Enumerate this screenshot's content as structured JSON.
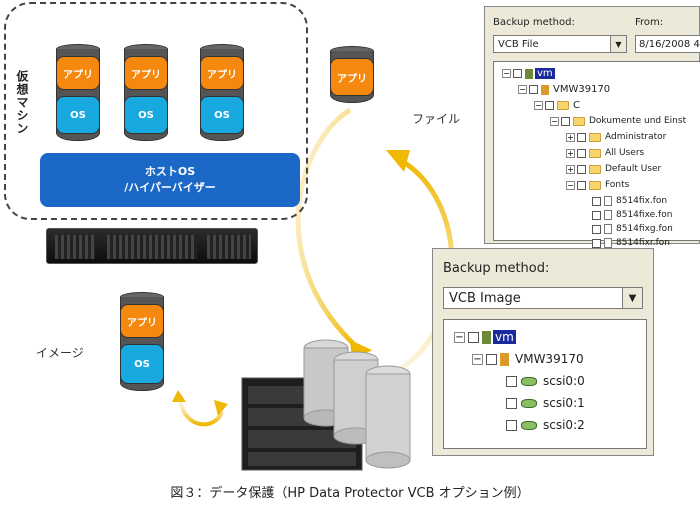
{
  "vm_group": {
    "label": "仮想マシン",
    "app_label": "アプリ",
    "os_label": "OS",
    "host_line1": "ホストOS",
    "host_line2": "/ハイパーバイザー"
  },
  "labels": {
    "file": "ファイル",
    "image": "イメージ"
  },
  "file_dialog": {
    "method_label": "Backup method:",
    "from_label": "From:",
    "method_value": "VCB File",
    "from_value": "8/16/2008 4",
    "tree": [
      {
        "text": "vm",
        "icon": "vm-icon"
      },
      {
        "text": "VMW39170",
        "icon": "server-icon"
      },
      {
        "text": "C",
        "icon": "folder-icon"
      },
      {
        "text": "Dokumente und Einst",
        "icon": "folder-icon"
      },
      {
        "text": "Administrator",
        "icon": "folder-icon"
      },
      {
        "text": "All Users",
        "icon": "folder-icon"
      },
      {
        "text": "Default User",
        "icon": "folder-icon"
      },
      {
        "text": "Fonts",
        "icon": "folder-icon"
      },
      {
        "text": "8514fix.fon",
        "icon": "file-icon"
      },
      {
        "text": "8514fixe.fon",
        "icon": "file-icon"
      },
      {
        "text": "8514fixg.fon",
        "icon": "file-icon"
      },
      {
        "text": "8514fixr.fon",
        "icon": "file-icon"
      }
    ]
  },
  "image_dialog": {
    "method_label": "Backup method:",
    "method_value": "VCB Image",
    "tree": [
      {
        "text": "vm",
        "icon": "vm-icon"
      },
      {
        "text": "VMW39170",
        "icon": "server-icon"
      },
      {
        "text": "scsi0:0",
        "icon": "disk-icon"
      },
      {
        "text": "scsi0:1",
        "icon": "disk-icon"
      },
      {
        "text": "scsi0:2",
        "icon": "disk-icon"
      }
    ]
  },
  "caption": "図３：データ保護（HP Data Protector VCB オプション例）",
  "colors": {
    "app": "#f5880f",
    "os": "#17a9e0",
    "host": "#1b68c7",
    "arrow": "#f0c020"
  }
}
